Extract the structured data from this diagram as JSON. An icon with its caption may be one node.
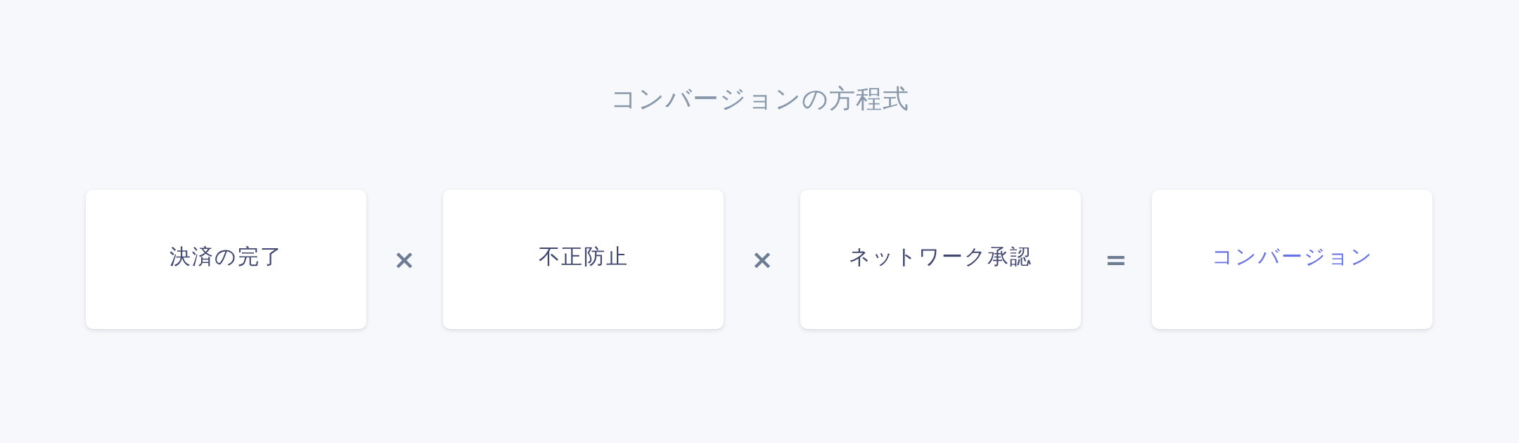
{
  "diagram": {
    "title": "コンバージョンの方程式",
    "nodes": [
      {
        "text": [
          "決済の完了"
        ]
      },
      {
        "text": [
          "不正防止"
        ]
      },
      {
        "text": [
          "ネットワーク承認"
        ]
      },
      {
        "text": [
          "コンバージョン"
        ]
      }
    ],
    "labels": [
      "×",
      "×",
      "="
    ]
  }
}
